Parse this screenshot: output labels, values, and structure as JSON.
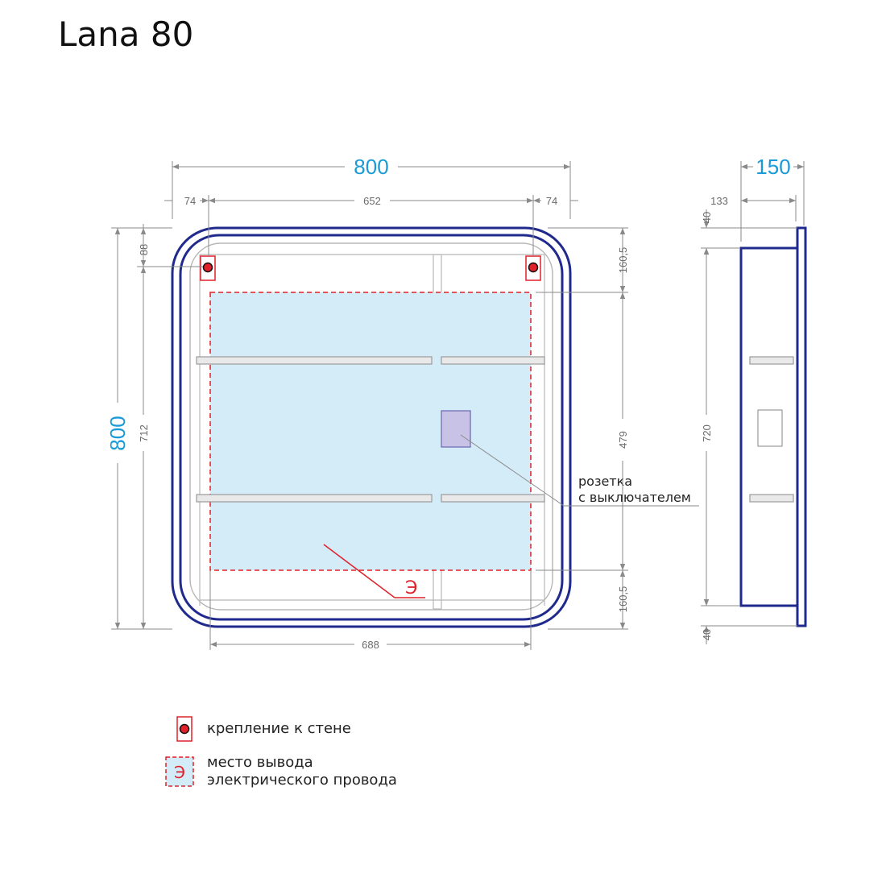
{
  "title": "Lana 80",
  "front_view": {
    "dims": {
      "overall_width": "800",
      "left_offset": "74",
      "center_span": "652",
      "right_offset": "74",
      "overall_height": "800",
      "inner_height": "712",
      "top_offset": "88",
      "right_top": "160,5",
      "right_mid": "479",
      "right_bottom": "160,5",
      "bottom_width": "688"
    },
    "socket_label_line1": "розетка",
    "socket_label_line2": "с выключателем",
    "electric_marker": "Э"
  },
  "side_view": {
    "dims": {
      "depth": "150",
      "inner_depth": "133",
      "top_gap": "40",
      "height": "720",
      "bottom_gap": "40"
    }
  },
  "legend": {
    "mount_label": "крепление к стене",
    "cable_marker": "Э",
    "cable_label_line1": "место вывода",
    "cable_label_line2": "электрического провода"
  },
  "colors": {
    "frame": "#1f2a8c",
    "dimension_line": "#8a8a8a",
    "dimension_big": "#1a9ad6",
    "mount_red": "#e0202a",
    "zone_fill": "#d3ecf8",
    "socket_fill": "#c8c3e6"
  }
}
